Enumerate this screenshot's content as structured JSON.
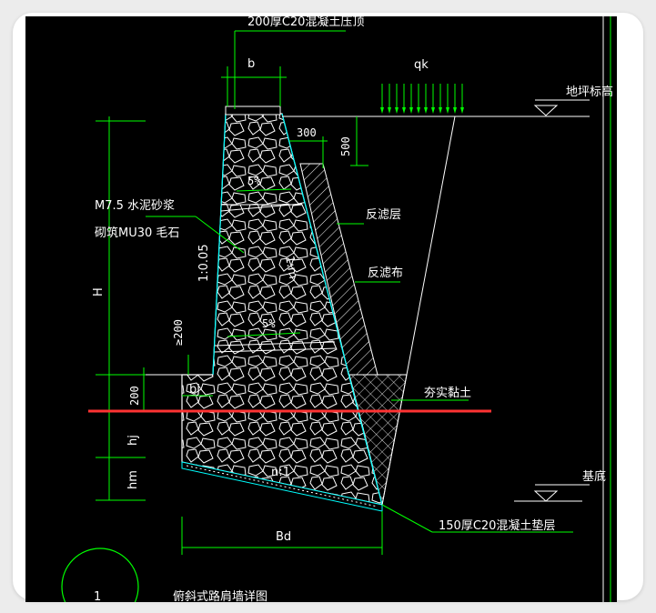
{
  "drawing": {
    "title": "俯斜式路肩墙详图",
    "detail_number": "1",
    "labels": {
      "top_cap": "200厚C20混凝土压顶",
      "b": "b",
      "qk": "qk",
      "ground_level": "地坪标高",
      "dim_300": "300",
      "dim_500": "500",
      "slope_5a": "5%",
      "slope_5b": "5%",
      "mortar_line1": "M7.5 水泥砂浆",
      "mortar_line2": "砌筑MU30 毛石",
      "ratio_front": "1:0.05",
      "ratio_back": "1:m",
      "filter_layer": "反滤层",
      "filter_cloth": "反滤布",
      "H": "H",
      "gte_200": "≥200",
      "bj": "bj",
      "dim_200": "200",
      "compacted_clay": "夯实黏土",
      "hj": "hj",
      "hm": "hm",
      "n1": "n:1",
      "base": "基底",
      "Bd": "Bd",
      "cushion": "150厚C20混凝土垫层"
    }
  },
  "colors": {
    "background": "#000000",
    "line": "#ffffff",
    "dimension": "#00ff00",
    "wall_edge": "#00ffff",
    "highlight": "#ff3333"
  }
}
